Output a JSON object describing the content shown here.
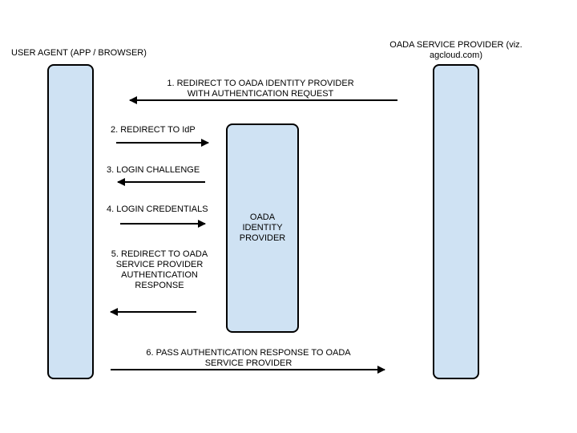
{
  "participants": {
    "user_agent": {
      "title": "USER AGENT (APP / BROWSER)"
    },
    "service_provider": {
      "title_lines": [
        "OADA SERVICE PROVIDER (viz.",
        "agcloud.com)"
      ]
    },
    "identity_provider": {
      "label_lines": [
        "OADA",
        "IDENTITY",
        "PROVIDER"
      ]
    }
  },
  "steps": [
    {
      "lines": [
        "1. REDIRECT TO OADA IDENTITY PROVIDER",
        "WITH AUTHENTICATION REQUEST"
      ]
    },
    {
      "lines": [
        "2. REDIRECT TO IdP"
      ]
    },
    {
      "lines": [
        "3. LOGIN CHALLENGE"
      ]
    },
    {
      "lines": [
        "4. LOGIN CREDENTIALS"
      ]
    },
    {
      "lines": [
        "5. REDIRECT TO OADA",
        "SERVICE PROVIDER",
        "AUTHENTICATION",
        "RESPONSE"
      ]
    },
    {
      "lines": [
        "6. PASS AUTHENTICATION RESPONSE TO OADA",
        "SERVICE PROVIDER"
      ]
    }
  ],
  "colors": {
    "lane_fill": "#cfe2f3",
    "stroke": "#000000"
  }
}
